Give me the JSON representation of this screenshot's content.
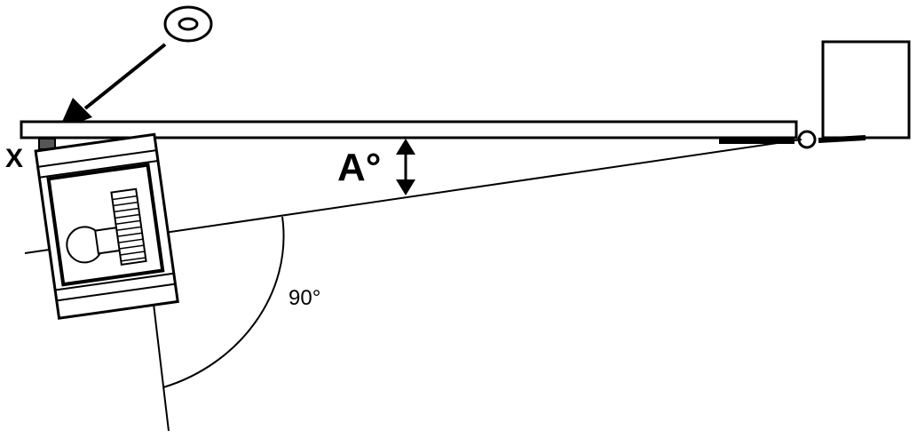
{
  "labels": {
    "x_marker": "X",
    "angle": "A°",
    "right_angle": "90°"
  },
  "icons": {
    "marker_callout": "washer-icon",
    "pivot": "pivot-circle-icon",
    "motor": "motor-gear-icon"
  },
  "colors": {
    "stroke": "#000000",
    "background": "#ffffff",
    "marker_fill": "#555555"
  }
}
